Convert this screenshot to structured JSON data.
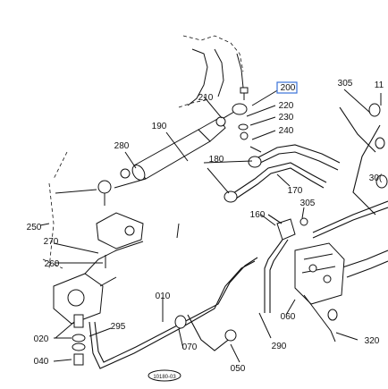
{
  "part_labels": [
    {
      "id": "200",
      "text": "200",
      "highlighted": true
    },
    {
      "id": "220",
      "text": "220"
    },
    {
      "id": "230",
      "text": "230"
    },
    {
      "id": "240",
      "text": "240"
    },
    {
      "id": "305a",
      "text": "305"
    },
    {
      "id": "305b",
      "text": "305"
    },
    {
      "id": "11",
      "text": "11"
    },
    {
      "id": "30",
      "text": "30("
    },
    {
      "id": "210",
      "text": "210"
    },
    {
      "id": "190",
      "text": "190"
    },
    {
      "id": "280",
      "text": "280"
    },
    {
      "id": "180",
      "text": "180"
    },
    {
      "id": "170",
      "text": "170"
    },
    {
      "id": "160",
      "text": "160"
    },
    {
      "id": "250",
      "text": "250"
    },
    {
      "id": "270",
      "text": "270"
    },
    {
      "id": "260",
      "text": "260"
    },
    {
      "id": "010",
      "text": "010"
    },
    {
      "id": "295",
      "text": "295"
    },
    {
      "id": "020",
      "text": "020"
    },
    {
      "id": "040",
      "text": "040"
    },
    {
      "id": "070",
      "text": "070"
    },
    {
      "id": "060",
      "text": "060"
    },
    {
      "id": "290",
      "text": "290"
    },
    {
      "id": "050",
      "text": "050"
    },
    {
      "id": "320",
      "text": "320"
    }
  ],
  "badge_text": "10180-03",
  "colors": {
    "highlight": "#3a72d8",
    "ink": "#111111"
  }
}
